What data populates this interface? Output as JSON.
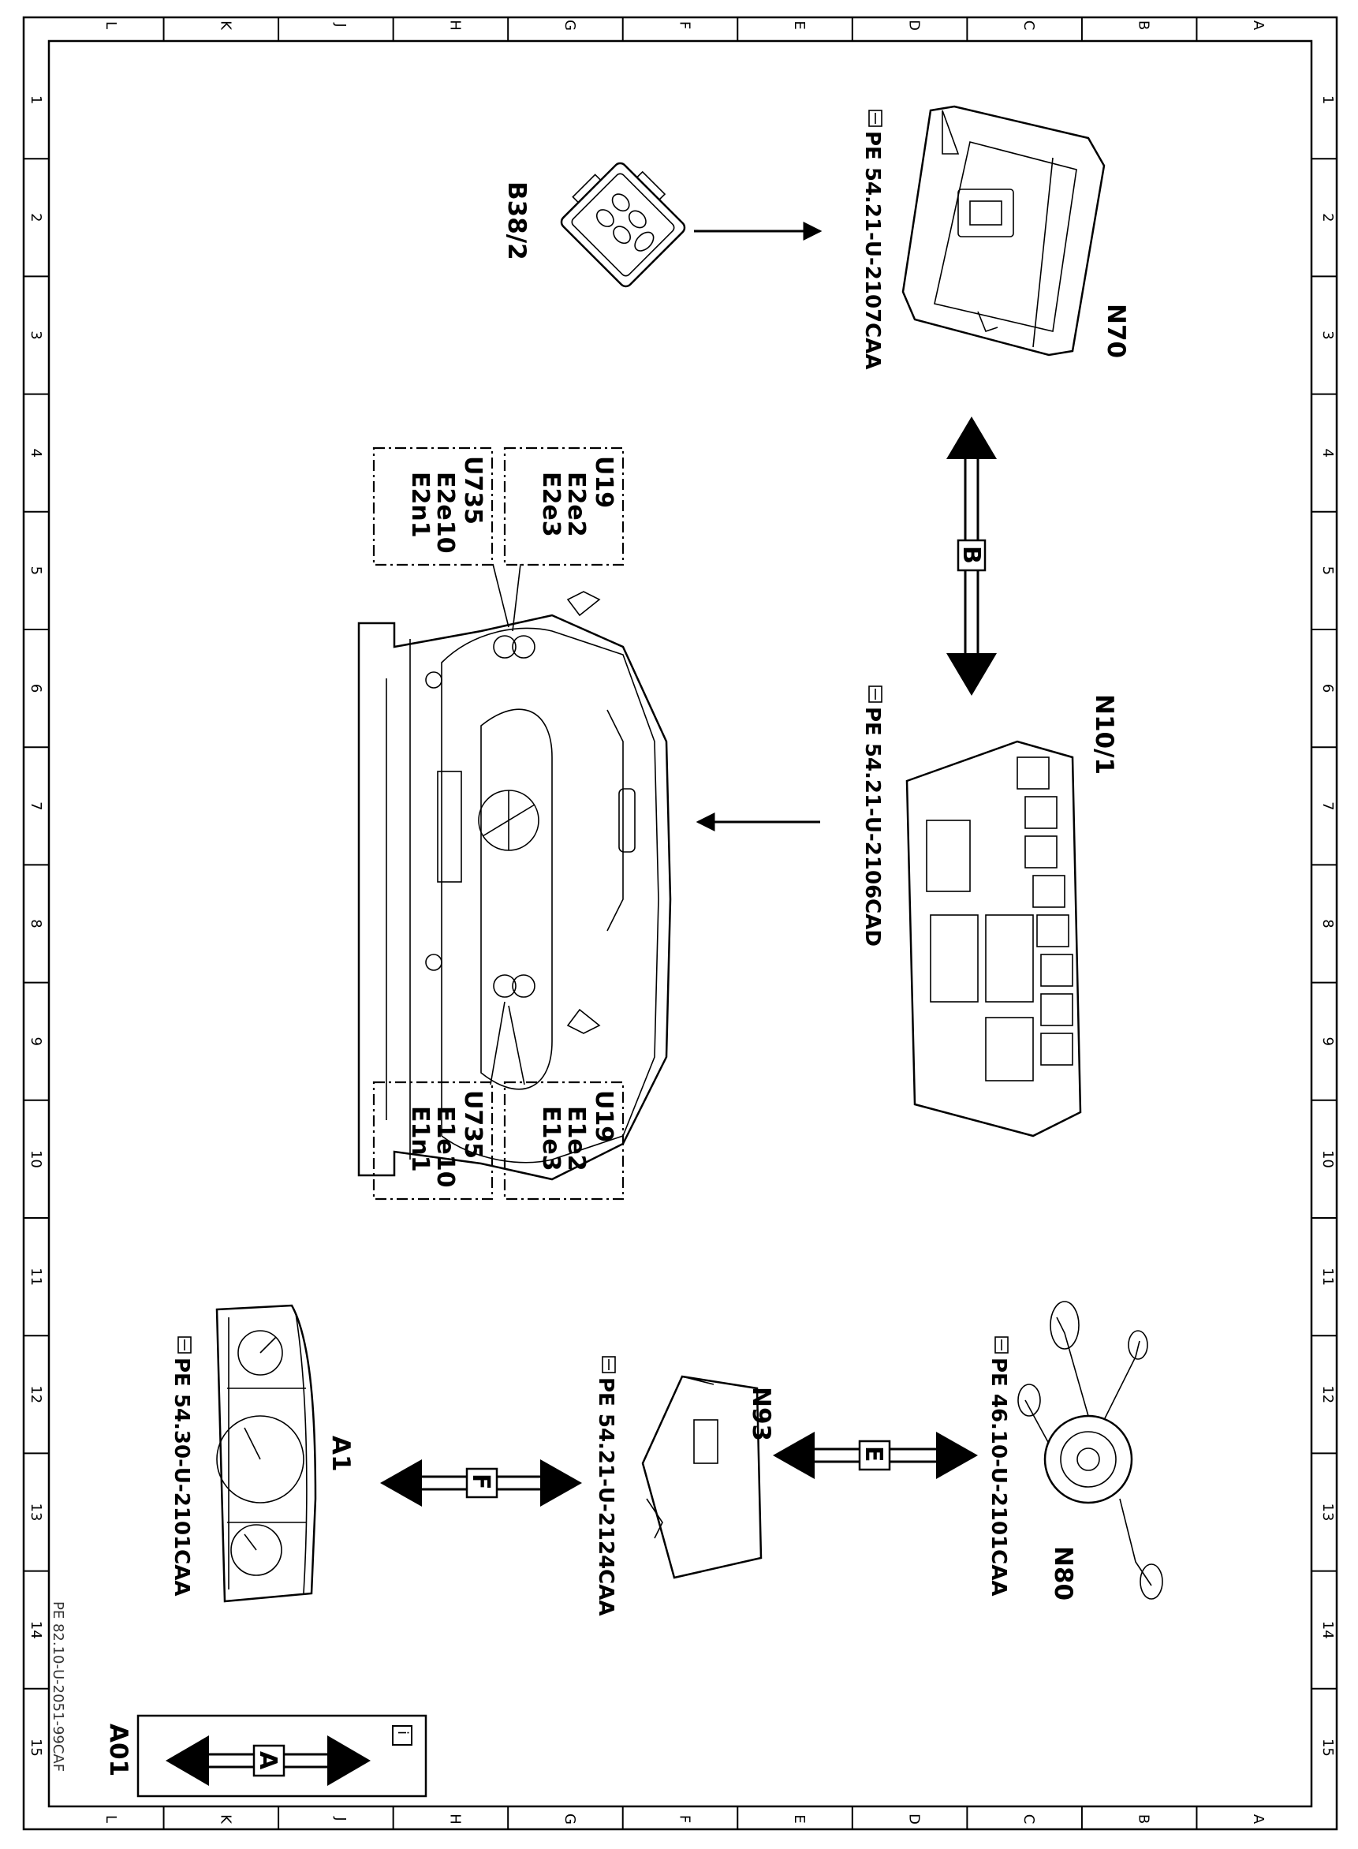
{
  "border": {
    "columns": [
      "L",
      "K",
      "J",
      "H",
      "G",
      "F",
      "E",
      "D",
      "C",
      "B",
      "A"
    ],
    "rows": [
      "1",
      "2",
      "3",
      "4",
      "5",
      "6",
      "7",
      "8",
      "9",
      "10",
      "11",
      "12",
      "13",
      "14",
      "15"
    ]
  },
  "components": {
    "b38_2": "B38/2",
    "n70": "N70",
    "n10_1": "N10/1",
    "n93": "N93",
    "n80": "N80",
    "a1": "A1"
  },
  "references": {
    "n70_ref": "PE 54.21-U-2107CAA",
    "n10_1_ref": "PE 54.21-U-2106CAD",
    "a1_ref": "PE 54.30-U-2101CAA",
    "n93_ref": "PE 54.21-U-2124CAA",
    "n80_ref": "PE 46.10-U-2101CAA"
  },
  "connectors": {
    "b": "B",
    "e": "E",
    "f": "F",
    "legend": "A"
  },
  "light_boxes": {
    "u19_top": [
      "U19",
      "E2e2",
      "E2e3"
    ],
    "u735_top": [
      "U735",
      "E2e10",
      "E2n1"
    ],
    "u19_bottom": [
      "U19",
      "E1e2",
      "E1e3"
    ],
    "u735_bottom": [
      "U735",
      "E1e10",
      "E1n1"
    ]
  },
  "legend": {
    "code": "A01",
    "info": "i"
  },
  "drawing_number": "PE 82.10-U-2051-99CAF"
}
